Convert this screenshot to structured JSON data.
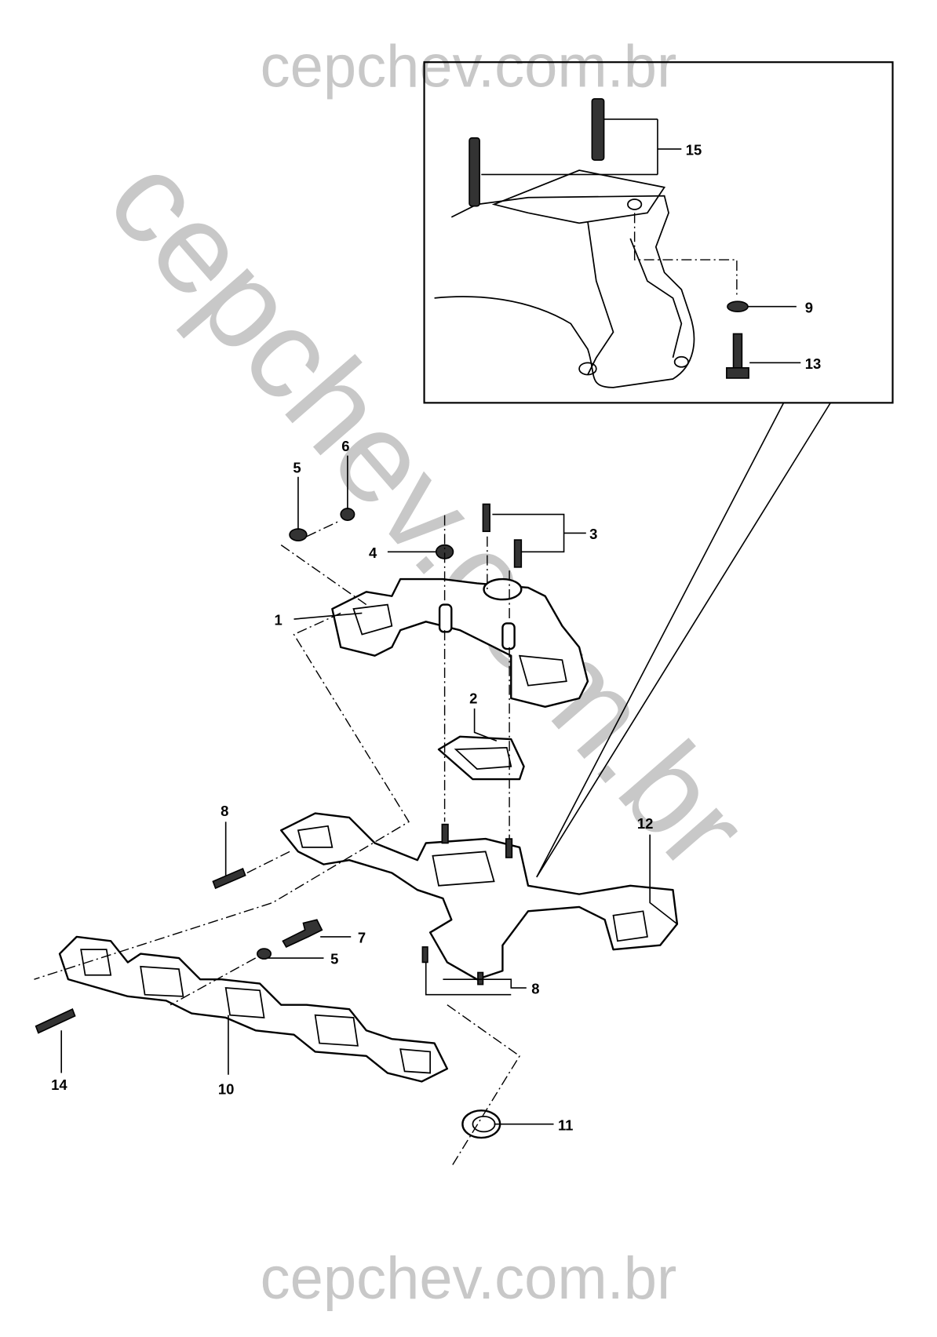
{
  "watermark": {
    "top": "cepchev.com.br",
    "diagonal": "cepchev.com.br",
    "bottom": "cepchev.com.br"
  },
  "callouts": {
    "c1": "1",
    "c2": "2",
    "c3": "3",
    "c4": "4",
    "c5a": "5",
    "c5b": "5",
    "c6": "6",
    "c7": "7",
    "c8a": "8",
    "c8b": "8",
    "c9": "9",
    "c10": "10",
    "c11": "11",
    "c12": "12",
    "c13": "13",
    "c14": "14",
    "c15": "15"
  },
  "colors": {
    "watermark": "#c8c8c8",
    "line": "#000000"
  }
}
